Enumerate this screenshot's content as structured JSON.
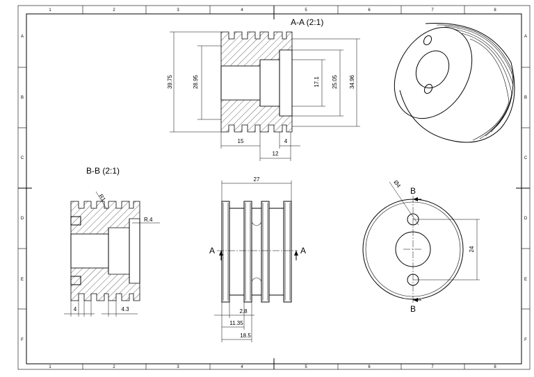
{
  "sheet": {
    "columns": [
      "1",
      "2",
      "3",
      "4",
      "5",
      "6",
      "7",
      "8"
    ],
    "rows": [
      "A",
      "B",
      "C",
      "D",
      "E",
      "F"
    ]
  },
  "section_aa": {
    "title": "A-A (2:1)",
    "dims": {
      "d_39_75": "39.75",
      "d_28_95": "28.95",
      "d_17_1": "17.1",
      "d_25_05": "25.05",
      "d_34_96": "34.96",
      "w_15": "15",
      "w_4": "4",
      "w_12": "12"
    }
  },
  "section_bb": {
    "title": "B-B (2:1)",
    "dims": {
      "r1": "R1",
      "r4": "R.4",
      "w_4": "4",
      "w_4_3": "4.3"
    }
  },
  "front_view": {
    "dims": {
      "w_27": "27",
      "w_2_8": "2.8",
      "w_11_35": "11.35",
      "w_18_5": "18.5"
    },
    "cut_label_left": "A",
    "cut_label_right": "A"
  },
  "end_view": {
    "dims": {
      "dia_4": "Ø4",
      "h_24": "24"
    },
    "cut_label_top": "B",
    "cut_label_bottom": "B"
  }
}
